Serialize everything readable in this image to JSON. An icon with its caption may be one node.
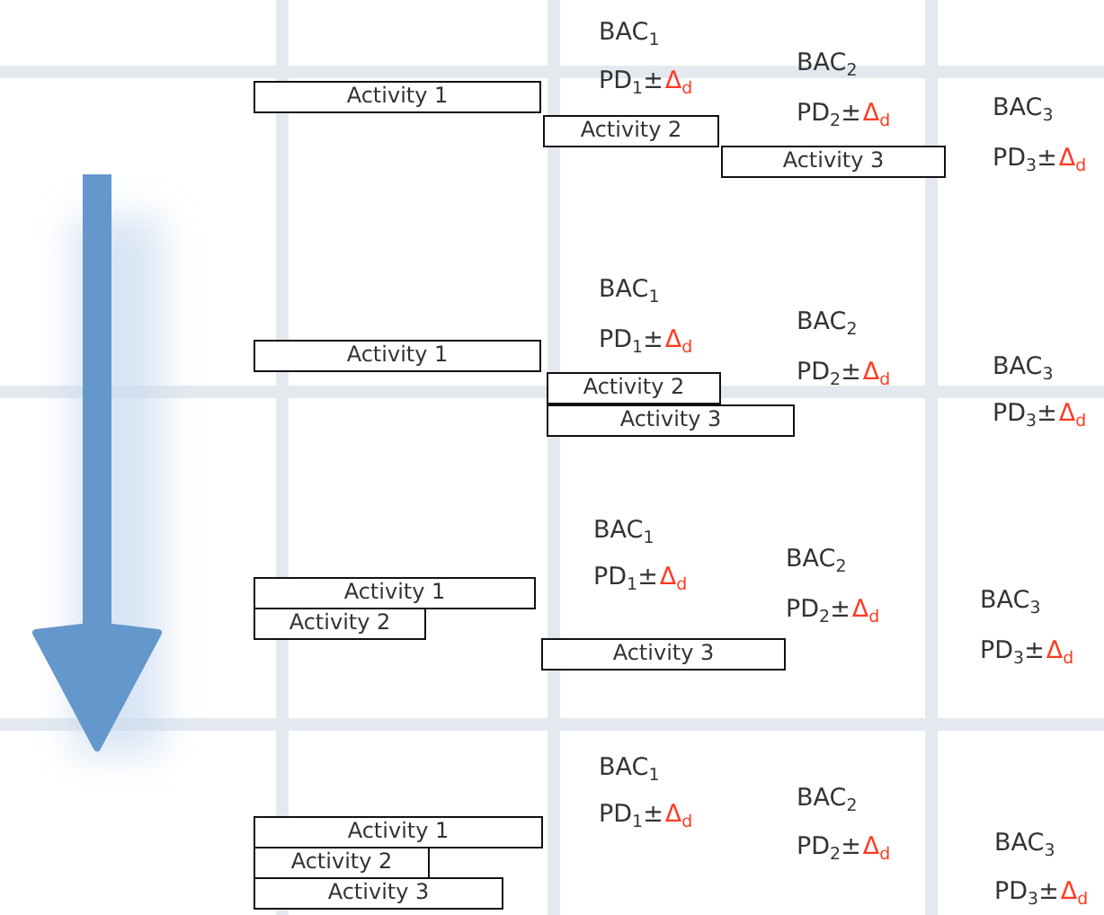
{
  "diagram": {
    "nodes": [
      {
        "text": [
          "Activity 1"
        ]
      },
      {
        "text": [
          "Activity 2"
        ]
      },
      {
        "text": [
          "Activity 3"
        ]
      },
      {
        "text": [
          "Activity 1"
        ]
      },
      {
        "text": [
          "Activity 2"
        ]
      },
      {
        "text": [
          "Activity 3"
        ]
      },
      {
        "text": [
          "Activity 1"
        ]
      },
      {
        "text": [
          "Activity 2"
        ]
      },
      {
        "text": [
          "Activity 3"
        ]
      },
      {
        "text": [
          "Activity 1"
        ]
      },
      {
        "text": [
          "Activity 2"
        ]
      },
      {
        "text": [
          "Activity 3"
        ]
      }
    ],
    "labels": [
      "BAC$_{1}$",
      "PD$_{1}$±",
      "Δ$_{d}$",
      "BAC$_{2}$",
      "PD$_{2}$±",
      "Δ$_{d}$",
      "BAC$_{3}$",
      "PD$_{3}$±",
      "Δ$_{d}$",
      "BAC$_{1}$",
      "PD$_{1}$±",
      "Δ$_{d}$",
      "BAC$_{2}$",
      "PD$_{2}$±",
      "Δ$_{d}$",
      "BAC$_{3}$",
      "PD$_{3}$±",
      "Δ$_{d}$",
      "BAC$_{1}$",
      "PD$_{1}$±",
      "Δ$_{d}$",
      "BAC$_{2}$",
      "PD$_{2}$±",
      "Δ$_{d}$",
      "BAC$_{3}$",
      "PD$_{3}$±",
      "Δ$_{d}$",
      "BAC$_{1}$",
      "PD$_{1}$±",
      "Δ$_{d}$",
      "BAC$_{2}$",
      "PD$_{2}$±",
      "Δ$_{d}$",
      "BAC$_{3}$",
      "PD$_{3}$±",
      "Δ$_{d}$"
    ]
  }
}
